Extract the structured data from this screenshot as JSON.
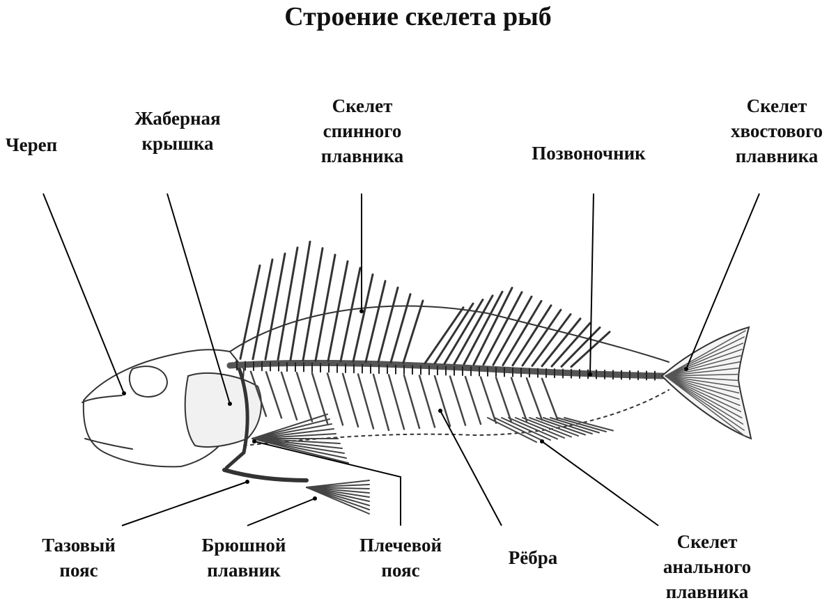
{
  "title": "Строение скелета рыб",
  "labels": {
    "skull": "Череп",
    "gill_cover": "Жаберная\nкрышка",
    "dorsal_fin_skeleton": "Скелет\nспинного\nплавника",
    "spine": "Позвоночник",
    "caudal_fin_skeleton": "Скелет\nхвостового\nплавника",
    "pelvic_girdle": "Тазовый\nпояс",
    "ventral_fin": "Брюшной\nплавник",
    "shoulder_girdle": "Плечевой\nпояс",
    "ribs": "Рёбра",
    "anal_fin_skeleton": "Скелет\nанального\nплавника"
  }
}
